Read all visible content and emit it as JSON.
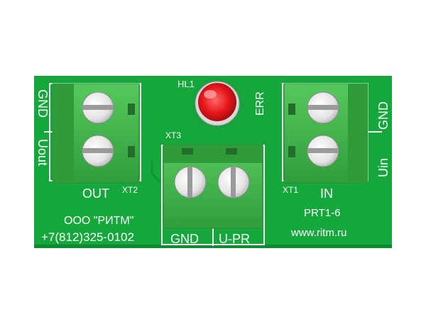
{
  "board": {
    "pcb_color": "#14a83c",
    "terminal_color": "#3fb84a",
    "screw_color": "#e6e6e6",
    "led_color": "#e8181c",
    "silk_color": "#ffffff"
  },
  "led": {
    "ref": "HL1",
    "label": "ERR"
  },
  "terminal_out": {
    "ref": "XT2",
    "label": "OUT",
    "pin1": "GND",
    "pin2": "Uout"
  },
  "terminal_pr": {
    "ref": "XT3",
    "pin1": "GND",
    "pin2": "U-PR"
  },
  "terminal_in": {
    "ref": "XT1",
    "label": "IN",
    "pin1": "GND",
    "pin2": "Uin"
  },
  "silkscreen": {
    "company": "ООО \"РИТМ\"",
    "phone": "+7(812)325-0102",
    "model": "PRT1-6",
    "website": "www.ritm.ru"
  }
}
